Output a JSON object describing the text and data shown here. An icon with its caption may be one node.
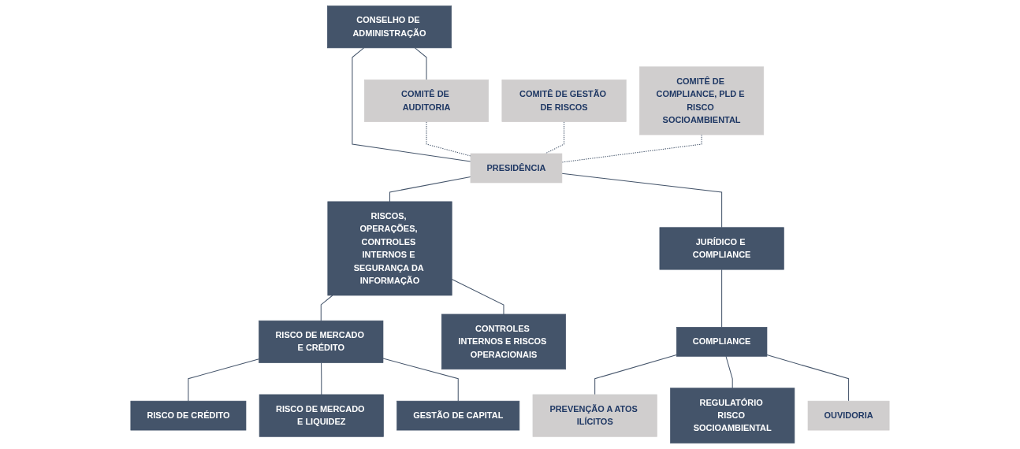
{
  "diagram": {
    "nodes": [
      {
        "text": [
          "CONSELHO DE ADMINISTRAÇÃO"
        ]
      },
      {
        "text": [
          "COMITÊ DE AUDITORIA"
        ]
      },
      {
        "text": [
          "PRESIDÊNCIA"
        ]
      },
      {
        "text": [
          "COMITÊ DE GESTÃO DE RISCOS"
        ]
      },
      {
        "text": [
          "COMITÊ DE COMPLIANCE, PLD E RISCO SOCIOAMBIENTAL"
        ]
      },
      {
        "text": [
          "RISCOS, OPERAÇÕES, CONTROLES INTERNOS E SEGURANÇA DA INFORMAÇÃO"
        ]
      },
      {
        "text": [
          "JURÍDICO E COMPLIANCE"
        ]
      },
      {
        "text": [
          "RISCO DE MERCADO E CRÉDITO"
        ]
      },
      {
        "text": [
          "CONTROLES INTERNOS E RISCOS OPERACIONAIS"
        ]
      },
      {
        "text": [
          "COMPLIANCE"
        ]
      },
      {
        "text": [
          "RISCO DE CRÉDITO"
        ]
      },
      {
        "text": [
          "RISCO DE MERCADO E LIQUIDEZ"
        ]
      },
      {
        "text": [
          "GESTÃO DE CAPITAL"
        ]
      },
      {
        "text": [
          "PREVENÇÃO A ATOS ILÍCITOS"
        ]
      },
      {
        "text": [
          "REGULATÓRIO RISCO SOCIOAMBIENTAL"
        ]
      },
      {
        "text": [
          "OUVIDORIA"
        ]
      }
    ],
    "edges": [
      {
        "from": 0,
        "to": 1,
        "arrow": "none"
      },
      {
        "from": 0,
        "to": 2,
        "arrow": "none"
      },
      {
        "from": 1,
        "to": 2,
        "arrow": "none",
        "style": "dashed"
      },
      {
        "from": 3,
        "to": 2,
        "arrow": "none",
        "style": "dashed"
      },
      {
        "from": 4,
        "to": 2,
        "arrow": "none",
        "style": "dashed"
      },
      {
        "from": 2,
        "to": 5,
        "arrow": "none"
      },
      {
        "from": 2,
        "to": 6,
        "arrow": "none"
      },
      {
        "from": 5,
        "to": 7,
        "arrow": "none"
      },
      {
        "from": 5,
        "to": 8,
        "arrow": "none"
      },
      {
        "from": 6,
        "to": 9,
        "arrow": "none"
      },
      {
        "from": 7,
        "to": 10,
        "arrow": "none"
      },
      {
        "from": 7,
        "to": 11,
        "arrow": "none"
      },
      {
        "from": 7,
        "to": 12,
        "arrow": "none"
      },
      {
        "from": 9,
        "to": 13,
        "arrow": "none"
      },
      {
        "from": 9,
        "to": 14,
        "arrow": "none"
      },
      {
        "from": 9,
        "to": 15,
        "arrow": "none"
      }
    ]
  }
}
